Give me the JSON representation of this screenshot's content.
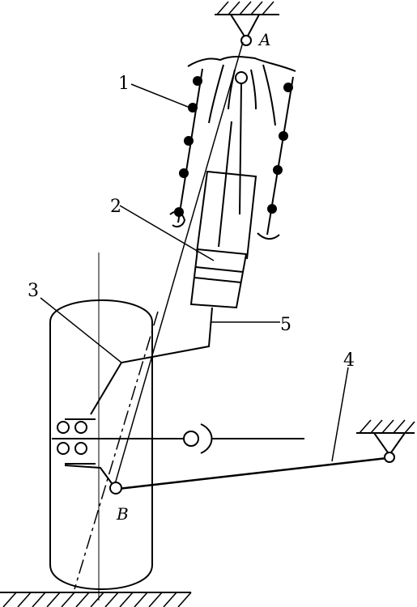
{
  "labels": {
    "spring": "1",
    "damper": "2",
    "knuckle": "3",
    "control_arm": "4",
    "strut_arm": "5",
    "upper_pivot": "A",
    "lower_pivot": "B"
  },
  "colors": {
    "ink": "#000000",
    "background": "#ffffff"
  }
}
